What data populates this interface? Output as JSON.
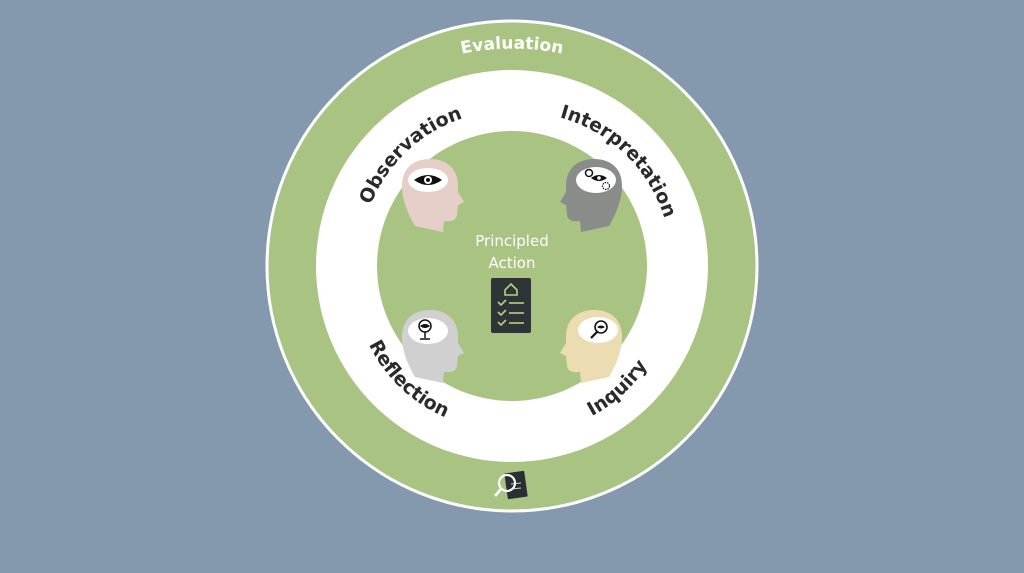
{
  "diagram": {
    "outer_ring_label": "Evaluation",
    "center": {
      "line1": "Principled",
      "line2": "Action"
    },
    "stages": {
      "observation": "Observation",
      "interpretation": "Interpretation",
      "reflection": "Reflection",
      "inquiry": "Inquiry"
    },
    "colors": {
      "background": "#8499ad",
      "ring_green": "#a9c383",
      "ring_white": "#ffffff",
      "center_green": "#a9c383",
      "head_observation": "#e6cfc8",
      "head_interpretation": "#8a8c8a",
      "head_reflection": "#d0d0d0",
      "head_inquiry": "#ecdcb2",
      "checklist_bg": "#2f3437",
      "checklist_accent": "#b8d080"
    },
    "icons": {
      "observation": "eye-icon",
      "interpretation": "gears-eye-icon",
      "reflection": "microscope-eye-icon",
      "inquiry": "magnifier-eye-icon",
      "center": "checklist-icon",
      "bottom": "document-magnifier-icon"
    }
  }
}
